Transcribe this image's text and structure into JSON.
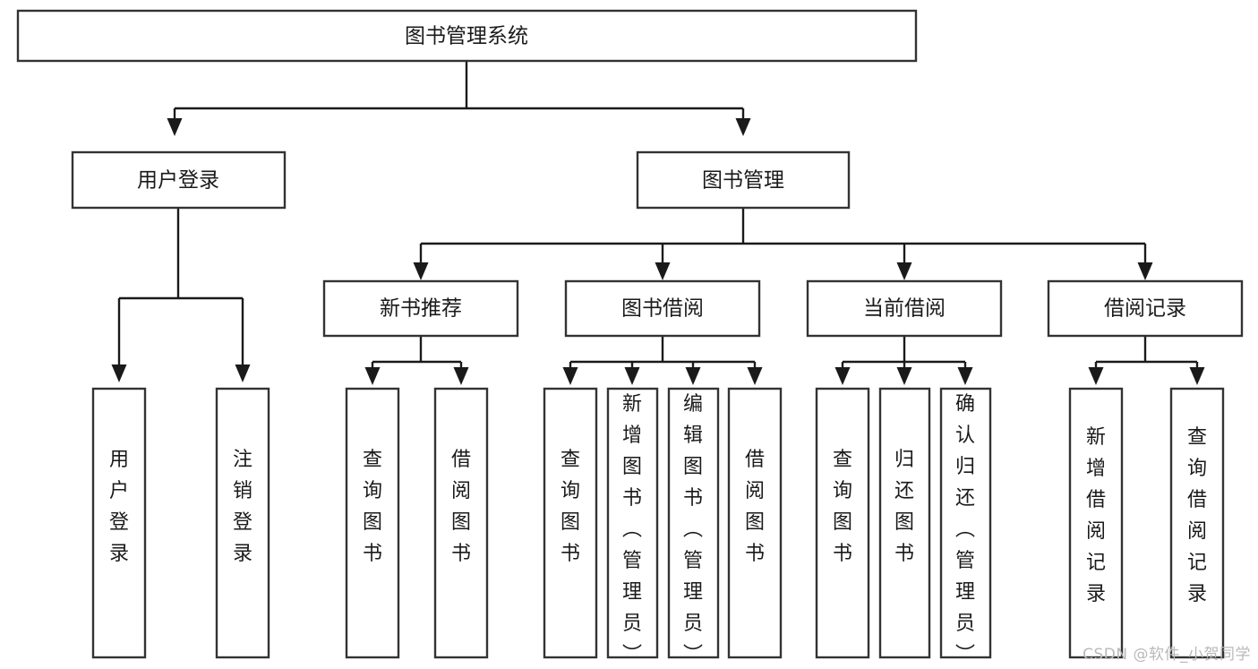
{
  "diagram": {
    "title": "图书管理系统",
    "type": "tree-hierarchy-diagram",
    "watermark": "CSDN @软件_小贺同学",
    "colors": {
      "box_stroke": "#333333",
      "box_fill": "#ffffff",
      "connector": "#1a1a1a",
      "text": "#1a1a1a",
      "watermark": "#b9b9b9",
      "background": "#ffffff"
    },
    "root": {
      "label": "图书管理系统"
    },
    "level1": [
      {
        "label": "用户登录"
      },
      {
        "label": "图书管理"
      }
    ],
    "level2": [
      {
        "label": "新书推荐"
      },
      {
        "label": "图书借阅"
      },
      {
        "label": "当前借阅"
      },
      {
        "label": "借阅记录"
      }
    ],
    "leaves": {
      "user_login": [
        {
          "label": "用户登录"
        },
        {
          "label": "注销登录"
        }
      ],
      "new_book_recommend": [
        {
          "label": "查询图书"
        },
        {
          "label": "借阅图书"
        }
      ],
      "book_borrow": [
        {
          "label": "查询图书"
        },
        {
          "label": "新增图书（管理员）"
        },
        {
          "label": "编辑图书（管理员）"
        },
        {
          "label": "借阅图书"
        }
      ],
      "current_borrow": [
        {
          "label": "查询图书"
        },
        {
          "label": "归还图书"
        },
        {
          "label": "确认归还（管理员）"
        }
      ],
      "borrow_records": [
        {
          "label": "新增借阅记录"
        },
        {
          "label": "查询借阅记录"
        }
      ]
    }
  }
}
